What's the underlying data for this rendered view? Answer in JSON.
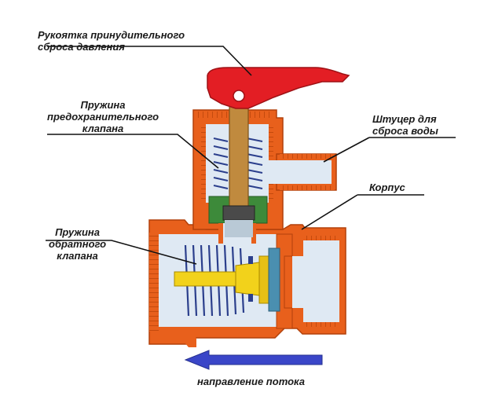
{
  "labels": {
    "handle": [
      "Рукоятка принудительного",
      "сброса давления"
    ],
    "safety_spring": [
      "Пружина",
      "предохранительного",
      "клапана"
    ],
    "drain_fitting": [
      "Штуцер для",
      "сброса воды"
    ],
    "body": "Корпус",
    "check_spring": [
      "Пружина",
      "обратного",
      "клапана"
    ],
    "flow_direction": "направление потока"
  },
  "colors": {
    "body_orange": "#e8601c",
    "body_dark": "#c44a0e",
    "handle_red": "#e31e24",
    "stem_brown": "#c08a3e",
    "spring_blue": "#2b3f8c",
    "green_seat": "#3d8a3a",
    "yellow_poppet": "#f2d21b",
    "interior_light": "#dfe9f3",
    "arrow_blue": "#3a46c8"
  }
}
